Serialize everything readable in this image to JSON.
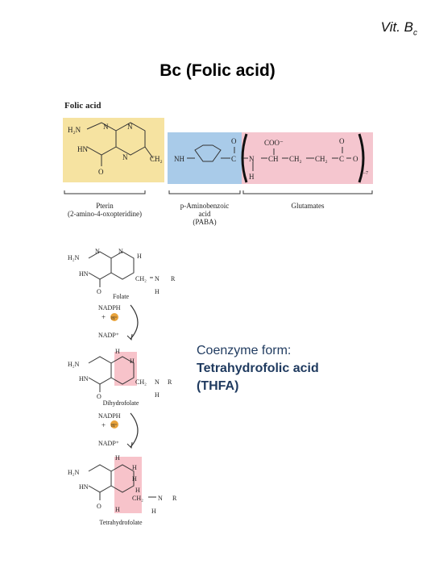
{
  "slide": {
    "corner_label": "Vit. B",
    "corner_sub": "c",
    "title": "Bc (Folic acid)"
  },
  "structure": {
    "heading": "Folic acid",
    "pterin_label": "Pterin",
    "pterin_sub": "(2-amino-4-oxopteridine)",
    "paba_label": "p-Aminobenzoic",
    "paba_label2": "acid",
    "paba_abbr": "(PABA)",
    "glutamates_label": "Glutamates",
    "atoms": {
      "h2n": "H₂N",
      "hn": "HN",
      "o": "O",
      "n": "N",
      "ch2": "CH₂",
      "nh": "NH",
      "c": "C",
      "coo": "COO⁻",
      "ch": "CH",
      "h": "H",
      "n_sub": "1–7"
    },
    "colors": {
      "pterin": "#f6e3a1",
      "paba": "#a9cbe9",
      "glutamate": "#f5c6cf"
    }
  },
  "pathway": {
    "folate_label": "Folate",
    "dihydrofolate_label": "Dihydrofolate",
    "thf_label": "Tetrahydrofolate",
    "nadph": "NADPH",
    "nadp": "NADP⁺",
    "plus": "+",
    "hplus": "H⁺",
    "r": "R",
    "highlight_color": "#f4a9b4"
  },
  "coenzyme": {
    "label": "Coenzyme form:",
    "name": "Tetrahydrofolic acid",
    "abbr": "(THFA)"
  }
}
